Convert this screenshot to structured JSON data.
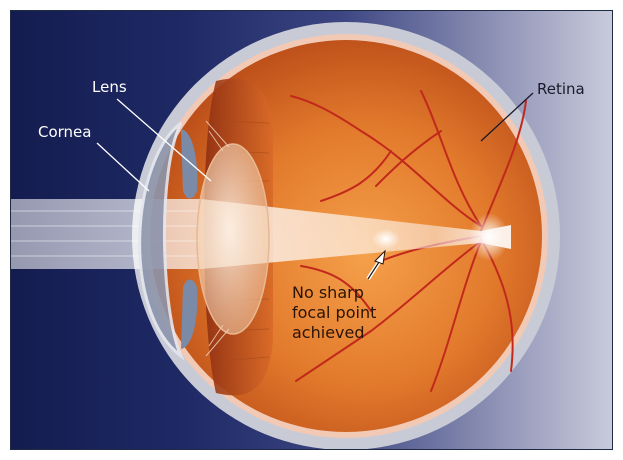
{
  "labels": {
    "lens": "Lens",
    "cornea": "Cornea",
    "retina": "Retina",
    "focus_note": [
      "No sharp",
      "focal point",
      "achieved"
    ]
  },
  "colors": {
    "background_dark": "#141c4f",
    "background_light": "#c9cadb",
    "eyeball_interior": "#e0772a",
    "sclera": "#c8cbd6",
    "retina_layer": "#f2c9b4",
    "blood_vessel": "#c2291c",
    "light_beam": "#ffffff",
    "iris": "#7b8aa6"
  }
}
